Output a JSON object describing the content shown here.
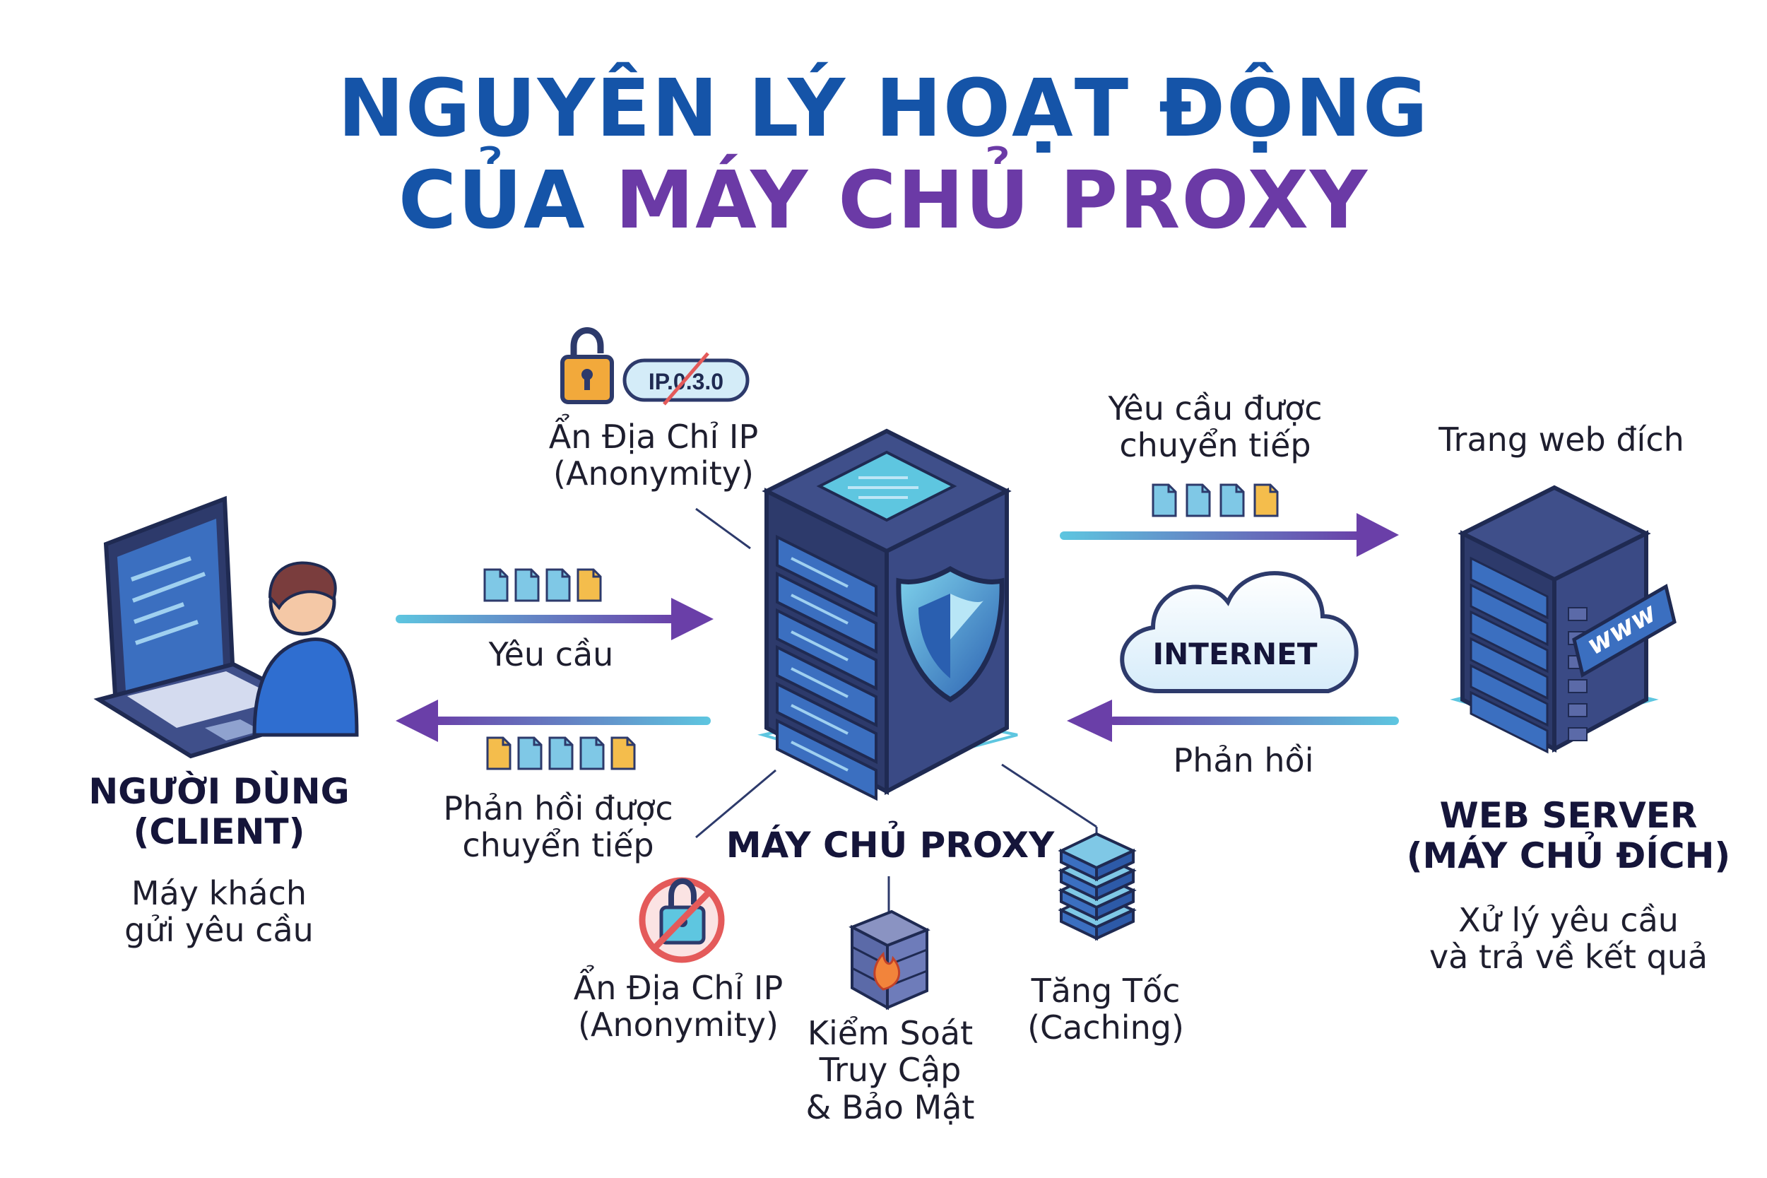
{
  "title": {
    "line1": "NGUYÊN LÝ HOẠT ĐỘNG",
    "line2_prefix": "CỦA",
    "line2_highlight": "MÁY CHỦ PROXY"
  },
  "client": {
    "heading_line1": "NGƯỜI DÙNG",
    "heading_line2": "(CLIENT)",
    "desc_line1": "Máy khách",
    "desc_line2": "gửi yêu cầu"
  },
  "proxy": {
    "heading": "MÁY CHỦ PROXY",
    "anonymity_top_line1": "Ẩn Địa Chỉ IP",
    "anonymity_top_line2": "(Anonymity)",
    "ip_badge": "IP.0.3.0"
  },
  "features": {
    "anonymity_line1": "Ẩn Địa Chỉ IP",
    "anonymity_line2": "(Anonymity)",
    "access_line1": "Kiểm Soát",
    "access_line2": "Truy Cập",
    "access_line3": "& Bảo Mật",
    "caching_line1": "Tăng Tốc",
    "caching_line2": "(Caching)"
  },
  "flows": {
    "request": "Yêu cầu",
    "forwarded_response_line1": "Phản hồi được",
    "forwarded_response_line2": "chuyển tiếp",
    "forwarded_request_line1": "Yêu cầu được",
    "forwarded_request_line2": "chuyển tiếp",
    "response": "Phản hồi"
  },
  "internet": {
    "label": "INTERNET"
  },
  "server": {
    "caption": "Trang web đích",
    "heading_line1": "WEB SERVER",
    "heading_line2": "(MÁY CHỦ ĐÍCH)",
    "desc_line1": "Xử lý yêu cầu",
    "desc_line2": "và trả về kết quả",
    "www_label": "www"
  },
  "colors": {
    "title_blue": "#1554a8",
    "title_purple": "#6b3aa6",
    "arrow_cyan": "#5ec6e0",
    "arrow_purple": "#6a3fa8",
    "server_dark": "#2d3a6b",
    "server_mid": "#3f4f8a",
    "doc_blue": "#7fc8e6",
    "doc_yellow": "#f4bd4c",
    "lock_orange": "#f2a93b",
    "no_sign_red": "#e45a5a"
  },
  "icons": [
    "laptop-icon",
    "user-icon",
    "document-icon",
    "padlock-icon",
    "server-rack-icon",
    "shield-icon",
    "cloud-icon",
    "firewall-icon",
    "cache-stack-icon",
    "no-sign-icon"
  ]
}
